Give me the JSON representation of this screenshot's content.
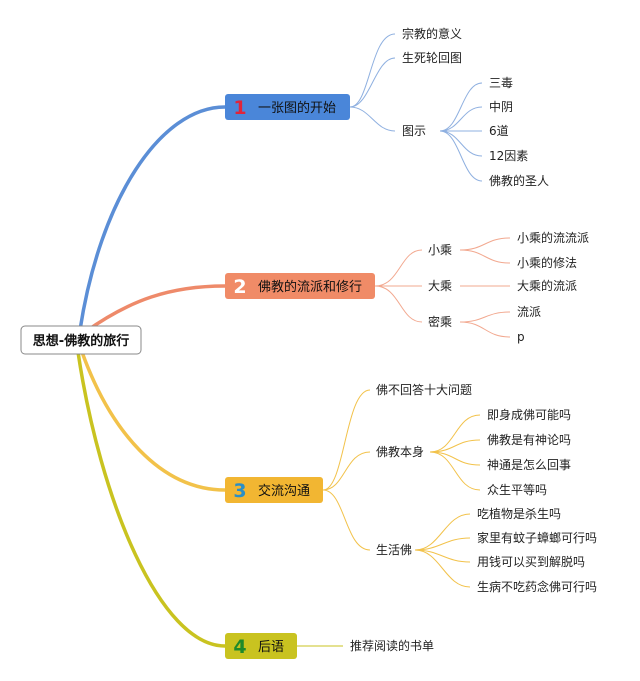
{
  "root": {
    "label": "思想-佛教的旅行"
  },
  "branches": [
    {
      "number": "1",
      "title": "一张图的开始",
      "box_color": "#4a86d9",
      "num_color": "#e0243a",
      "line_color": "#5b8ed6",
      "children": [
        {
          "label": "宗教的意义"
        },
        {
          "label": "生死轮回图"
        },
        {
          "label": "图示",
          "children": [
            "三毒",
            "中阴",
            "6道",
            "12因素",
            "佛教的圣人"
          ]
        }
      ]
    },
    {
      "number": "2",
      "title": "佛教的流派和修行",
      "box_color": "#f08b67",
      "num_color": "#ffffff",
      "line_color": "#ee8a6a",
      "children": [
        {
          "label": "小乘",
          "children": [
            "小乘的流流派",
            "小乘的修法"
          ]
        },
        {
          "label": "大乘",
          "children": [
            "大乘的流派"
          ]
        },
        {
          "label": "密乘",
          "children": [
            "流派",
            "p"
          ]
        }
      ]
    },
    {
      "number": "3",
      "title": "交流沟通",
      "box_color": "#f2b632",
      "num_color": "#2a8fc7",
      "line_color": "#f2c24a",
      "children": [
        {
          "label": "佛不回答十大问题"
        },
        {
          "label": "佛教本身",
          "children": [
            "即身成佛可能吗",
            "佛教是有神论吗",
            "神通是怎么回事",
            "众生平等吗"
          ]
        },
        {
          "label": "生活佛",
          "children": [
            "吃植物是杀生吗",
            "家里有蚊子蟑螂可行吗",
            "用钱可以买到解脱吗",
            "生病不吃药念佛可行吗"
          ]
        }
      ]
    },
    {
      "number": "4",
      "title": "后语",
      "box_color": "#c9c320",
      "num_color": "#1e8a2a",
      "line_color": "#c9c320",
      "children": [
        {
          "label": "推荐阅读的书单"
        }
      ]
    }
  ]
}
